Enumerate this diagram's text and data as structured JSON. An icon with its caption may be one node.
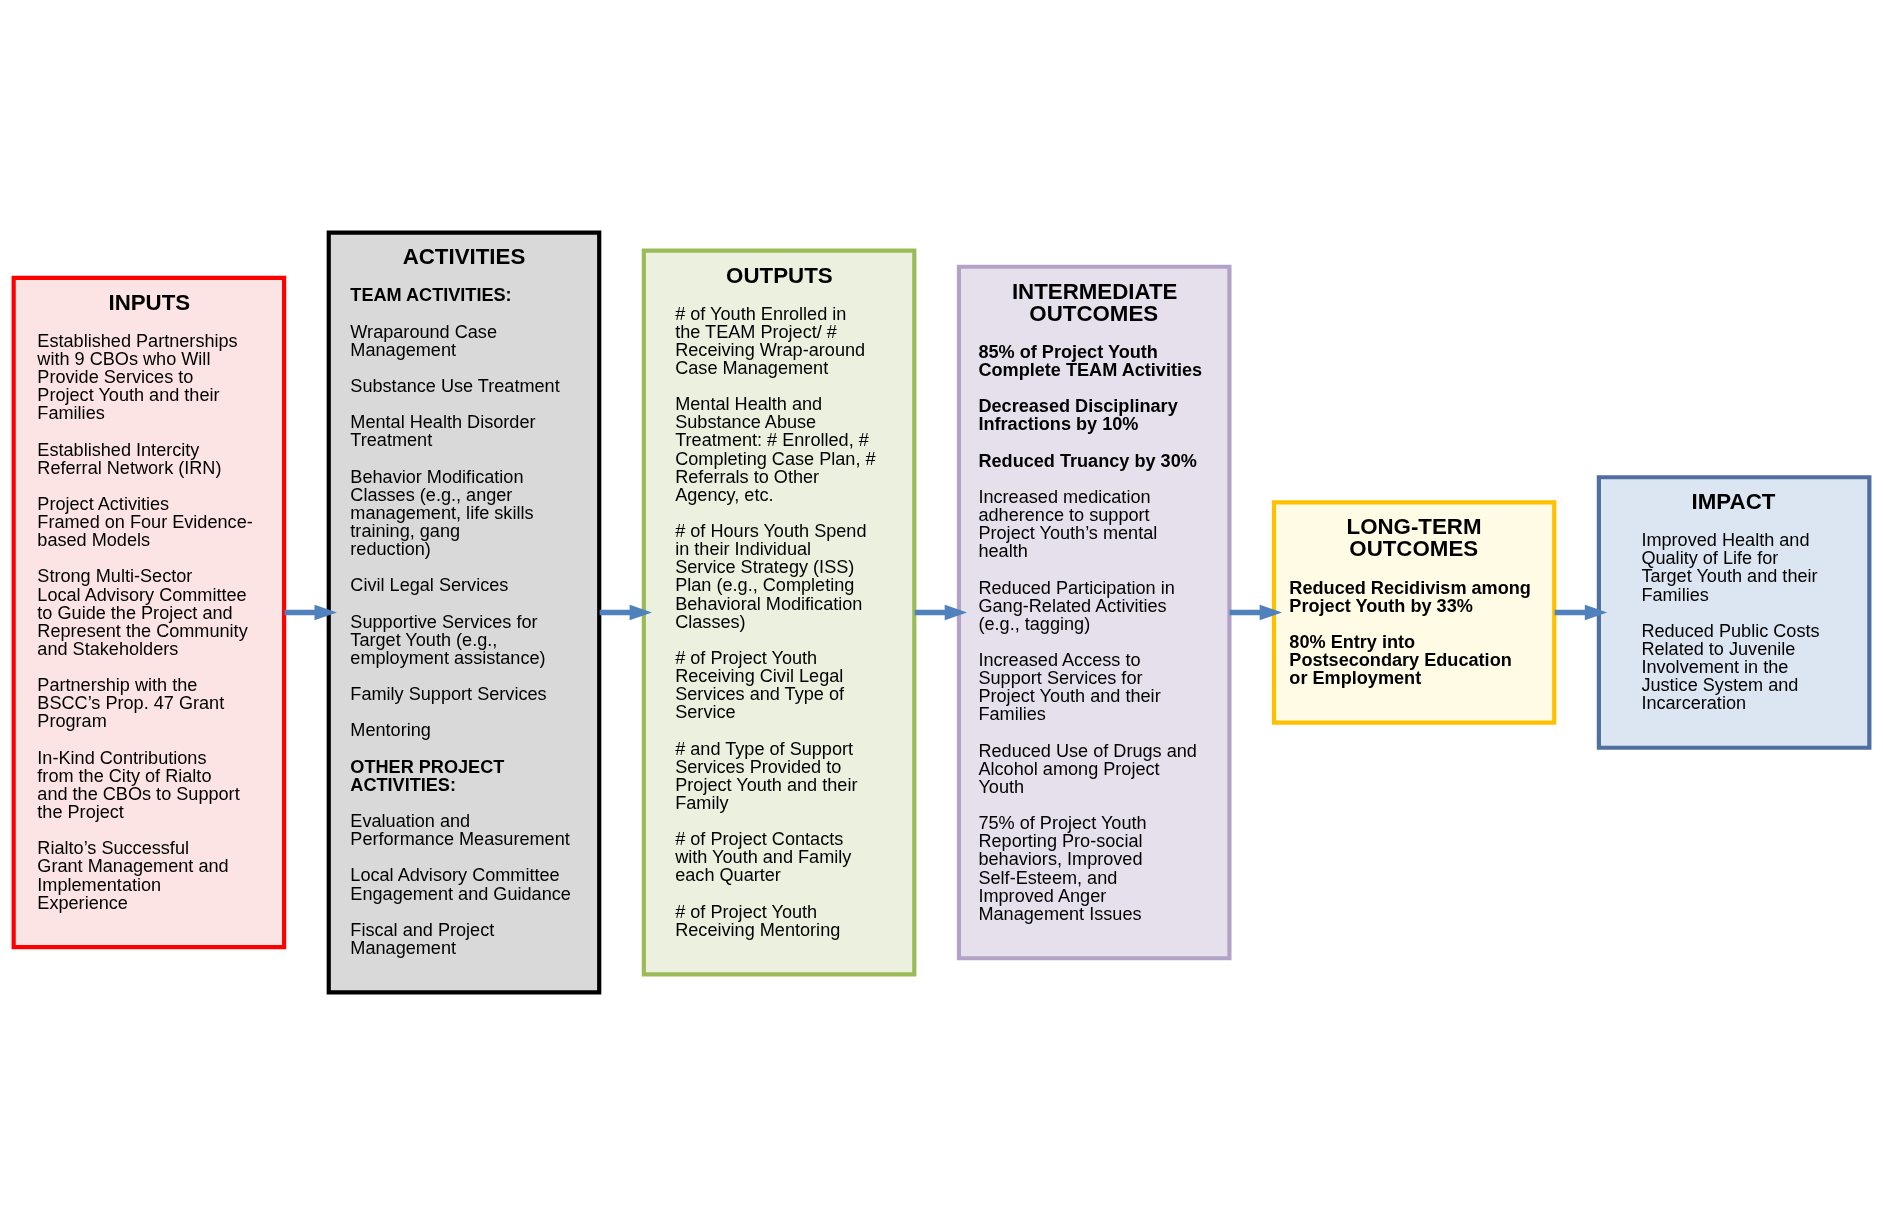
{
  "diagram": {
    "nodes": [
      {
        "text": [
          "INPUTS",
          "Established Partnerships with 9 CBOs who Will Provide Services to Project Youth and their Families",
          "Established Intercity Referral Network (IRN)",
          "Project Activities Framed on Four Evidence-based Models",
          "Strong Multi-Sector Local Advisory Committee to Guide the Project and Represent the Community and Stakeholders",
          "Partnership with the BSCC’s Prop. 47 Grant Program",
          "In-Kind Contributions from the City of Rialto and the CBOs to Support the Project",
          "Rialto’s Successful Grant Management and Implementation Experience"
        ]
      },
      {
        "text": [
          "ACTIVITIES",
          "TEAM ACTIVITIES:",
          "Wraparound Case Management",
          "Substance Use Treatment",
          "Mental Health Disorder Treatment",
          "Behavior Modification Classes (e.g., anger management, life skills training, gang reduction)",
          "Civil Legal Services",
          "Supportive Services for Target Youth (e.g., employment assistance)",
          "Family Support Services",
          "Mentoring",
          "OTHER PROJECT ACTIVITIES:",
          "Evaluation and Performance Measurement",
          "Local Advisory Committee Engagement and Guidance",
          "Fiscal and Project Management"
        ]
      },
      {
        "text": [
          "OUTPUTS",
          "# of Youth Enrolled in the TEAM Project/ # Receiving Wrap-around Case Management",
          "Mental Health and Substance Abuse Treatment: # Enrolled, # Completing Case Plan, # Referrals to Other Agency, etc.",
          "# of Hours Youth Spend in their Individual Service Strategy (ISS) Plan (e.g., Completing Behavioral Modification Classes)",
          "# of Project Youth Receiving Civil Legal Services and Type of Service",
          "# and Type of Support Services Provided to Project Youth and their Family",
          "# of Project Contacts with Youth and Family each Quarter",
          "# of Project Youth Receiving Mentoring"
        ]
      },
      {
        "text": [
          "INTERMEDIATE OUTCOMES",
          "85% of Project Youth Complete TEAM Activities",
          "Decreased Disciplinary Infractions by 10%",
          "Reduced Truancy by 30%",
          "Increased medication adherence to support Project Youth’s mental health",
          "Reduced Participation in Gang-Related Activities (e.g., tagging)",
          "Increased Access to Support Services for Project Youth and their Families",
          "Reduced Use of Drugs and Alcohol among Project Youth",
          "75% of Project Youth Reporting Pro-social behaviors, Improved Self-Esteem, and Improved Anger Management Issues"
        ]
      },
      {
        "text": [
          "LONG-TERM OUTCOMES",
          "Reduced Recidivism among Project Youth by 33%",
          "80% Entry into Postsecondary Education or Employment"
        ]
      },
      {
        "text": [
          "IMPACT",
          "Improved Health and Quality of Life for Target Youth and their Families",
          "Reduced Public Costs Related to Juvenile Involvement in the Justice System and Incarceration"
        ]
      }
    ],
    "edges": [
      {
        "from": 0,
        "to": 1,
        "arrow": "to"
      },
      {
        "from": 1,
        "to": 2,
        "arrow": "to"
      },
      {
        "from": 2,
        "to": 3,
        "arrow": "to"
      },
      {
        "from": 3,
        "to": 4,
        "arrow": "to"
      },
      {
        "from": 4,
        "to": 5,
        "arrow": "to"
      }
    ]
  }
}
